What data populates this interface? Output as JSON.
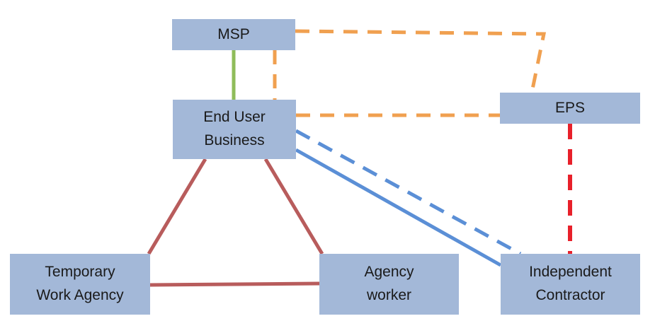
{
  "nodes": {
    "msp": "MSP",
    "end_user_business": "End User\nBusiness",
    "eps": "EPS",
    "temporary_work_agency": "Temporary\nWork Agency",
    "agency_worker": "Agency\nworker",
    "independent_contractor": "Independent\nContractor"
  },
  "connections": [
    {
      "from": "msp",
      "to": "end_user_business",
      "style": "solid",
      "color": "#8fbc5a"
    },
    {
      "from": "msp",
      "to": "eps",
      "style": "dashed",
      "color": "#f0a050"
    },
    {
      "from": "msp",
      "to": "end_user_business",
      "style": "dashed",
      "color": "#f0a050"
    },
    {
      "from": "end_user_business",
      "to": "eps",
      "style": "dashed",
      "color": "#f0a050"
    },
    {
      "from": "eps",
      "to": "independent_contractor",
      "style": "dashed",
      "color": "#e8202a"
    },
    {
      "from": "end_user_business",
      "to": "independent_contractor",
      "style": "dashed",
      "color": "#5b8fd6"
    },
    {
      "from": "end_user_business",
      "to": "independent_contractor",
      "style": "solid",
      "color": "#5b8fd6"
    },
    {
      "from": "end_user_business",
      "to": "temporary_work_agency",
      "style": "solid",
      "color": "#b85c5c"
    },
    {
      "from": "end_user_business",
      "to": "agency_worker",
      "style": "solid",
      "color": "#b85c5c"
    },
    {
      "from": "temporary_work_agency",
      "to": "agency_worker",
      "style": "solid",
      "color": "#b85c5c"
    }
  ],
  "colors": {
    "node_fill": "#a3b8d8",
    "green": "#8fbc5a",
    "orange": "#f0a050",
    "red": "#e8202a",
    "blue": "#5b8fd6",
    "dark_red": "#b85c5c"
  }
}
